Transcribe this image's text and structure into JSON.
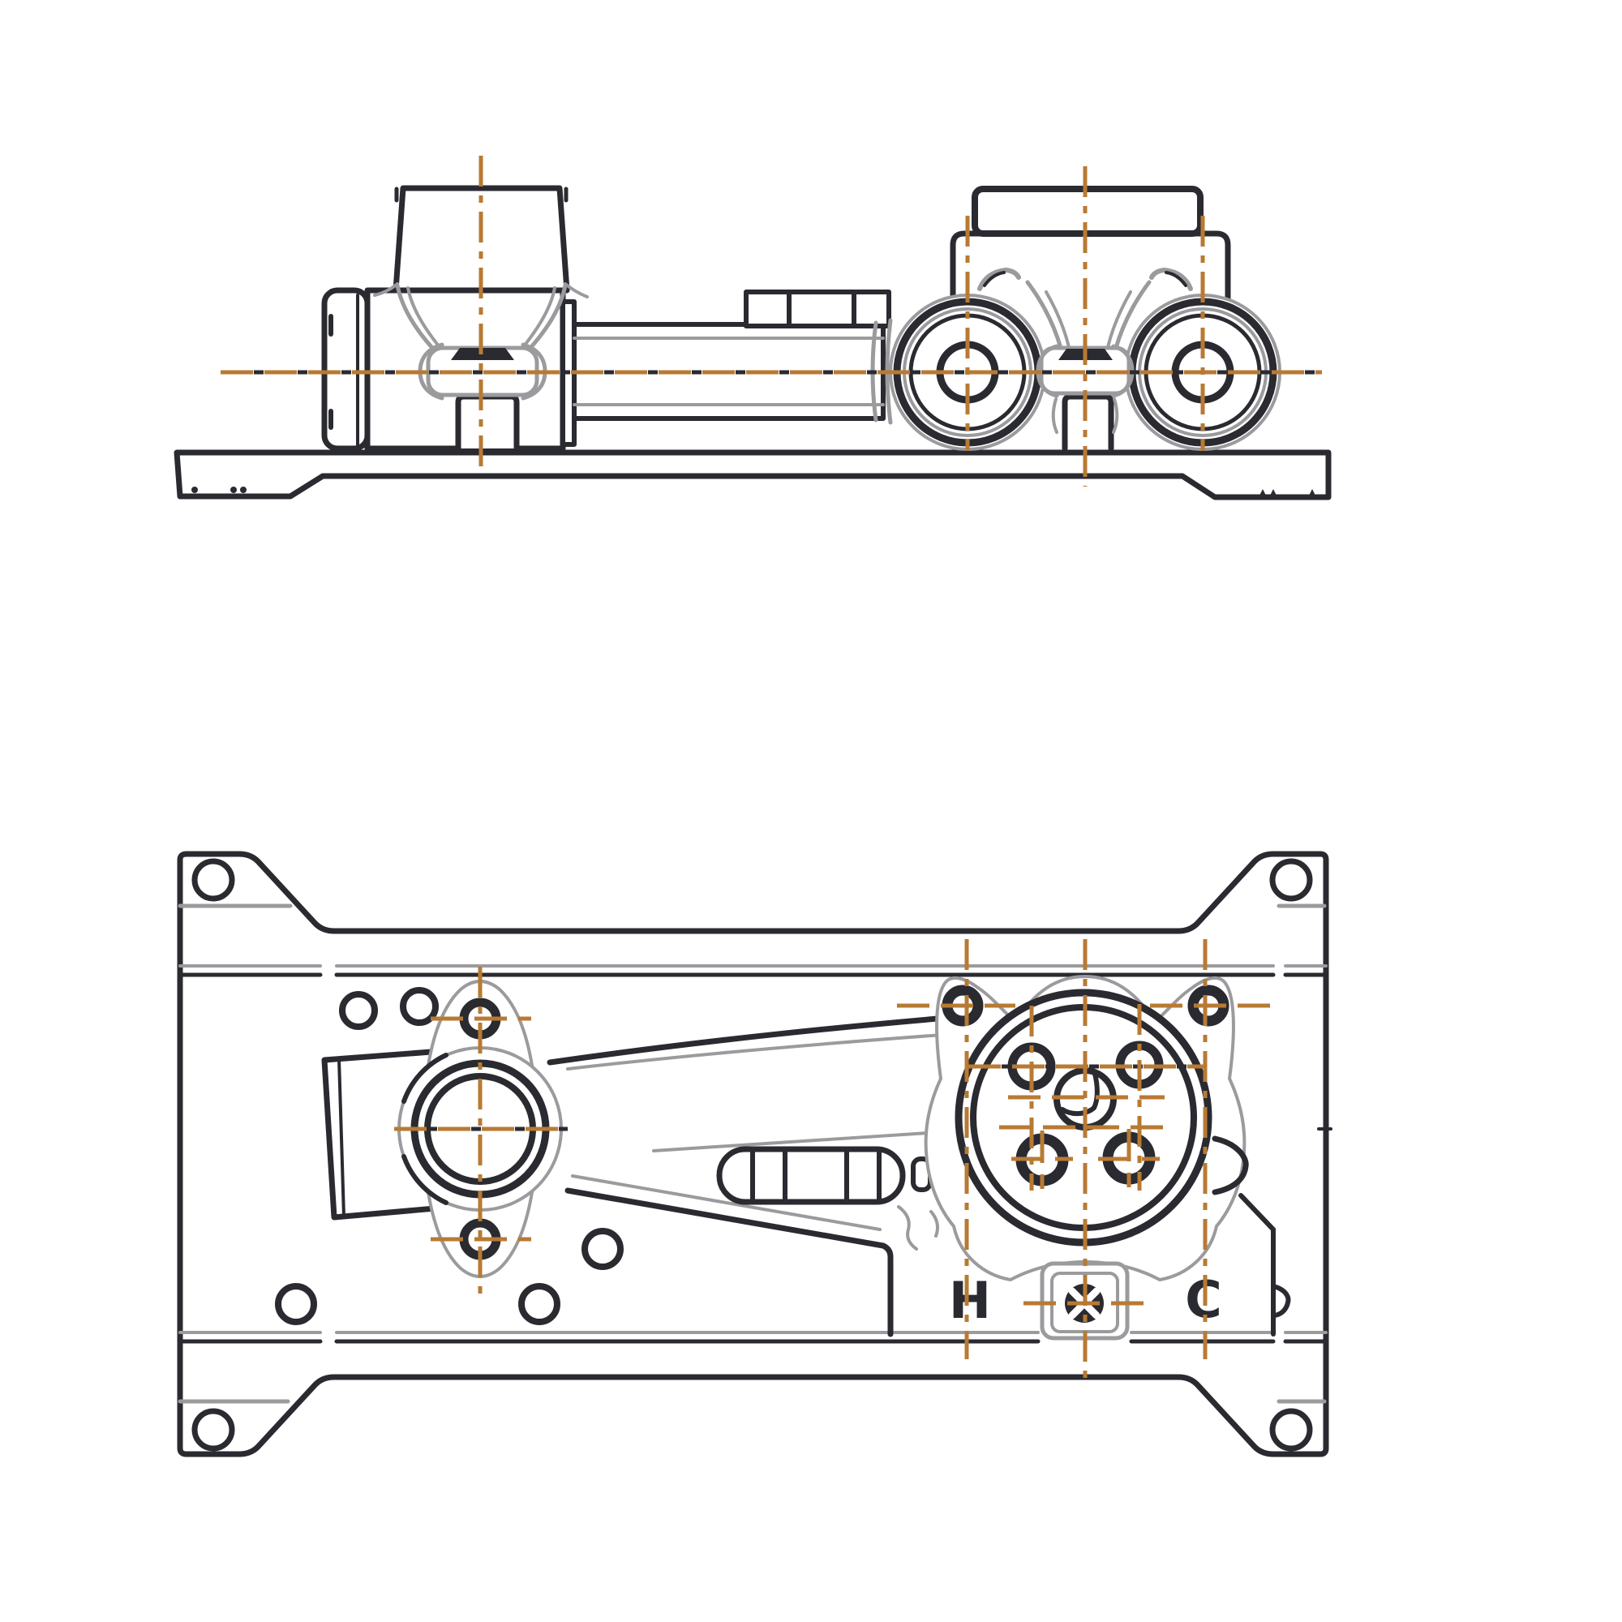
{
  "drawing": {
    "kind": "technical-line-drawing",
    "subject": "concealed-mixer-rough-in-valve",
    "views": [
      {
        "id": "top-view",
        "description": "side elevation on mounting plate"
      },
      {
        "id": "bottom-view",
        "description": "front plan of mounting plate"
      }
    ]
  },
  "labels": {
    "hot": "H",
    "cold": "C"
  },
  "colors": {
    "background": "#ffffff",
    "line_dark": "#2a2a31",
    "line_gray": "#9b9b9e",
    "centerline_orange": "#b87a33"
  }
}
